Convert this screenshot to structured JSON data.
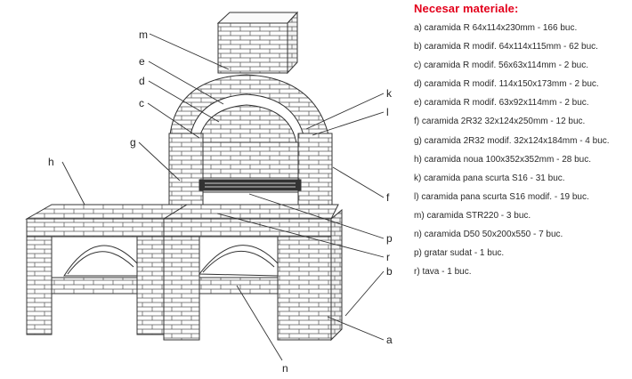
{
  "materials": {
    "title": "Necesar materiale:",
    "items": [
      "a) caramida R 64x114x230mm - 166 buc.",
      "b) caramida R modif. 64x114x115mm - 62 buc.",
      "c) caramida R modif. 56x63x114mm - 2 buc.",
      "d) caramida R modif. 114x150x173mm - 2 buc.",
      "e) caramida R modif. 63x92x114mm - 2 buc.",
      "f) caramida 2R32 32x124x250mm - 12 buc.",
      "g) caramida 2R32 modif. 32x124x184mm - 4 buc.",
      "h) caramida noua 100x352x352mm - 28 buc.",
      "k) caramida pana scurta S16 - 31 buc.",
      "l) caramida pana scurta S16 modif. - 19 buc.",
      "m) caramida STR220 - 3 buc.",
      "n) caramida D50 50x200x550 - 7 buc.",
      "p) gratar sudat - 1 buc.",
      "r) tava - 1 buc."
    ]
  },
  "callouts": {
    "m": "m",
    "e": "e",
    "d": "d",
    "c": "c",
    "g": "g",
    "h": "h",
    "k": "k",
    "l": "l",
    "f": "f",
    "p": "p",
    "r": "r",
    "b": "b",
    "a": "a",
    "n": "n"
  },
  "colors": {
    "title": "#e3001b",
    "line": "#333333"
  }
}
